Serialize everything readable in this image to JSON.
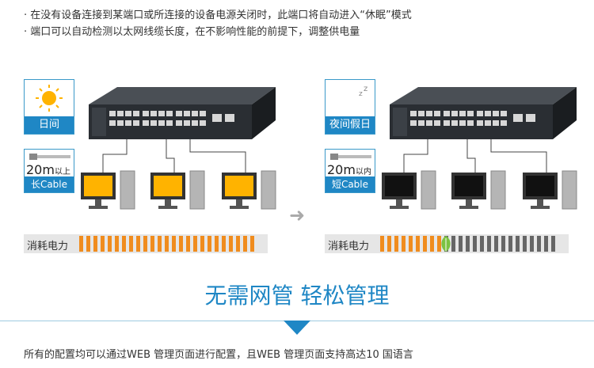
{
  "bullets": [
    "· 在没有设备连接到某端口或所连接的设备电源关闭时，此端口将自动进入“休眠”模式",
    "· 端口可以自动检测以太网线缆长度，在不影响性能的前提下，调整供电量"
  ],
  "left_scene": {
    "time_caption": "日间",
    "time_icon": "sun-icon",
    "cable_length": "20m",
    "cable_qualifier": "以上",
    "cable_caption": "长Cable",
    "power_label": "消耗电力",
    "monitor_state": "on",
    "active_segments": 25,
    "total_segments": 25
  },
  "right_scene": {
    "time_caption": "夜间假日",
    "time_icon": "moon-icon",
    "cable_length": "20m",
    "cable_qualifier": "以内",
    "cable_caption": "短Cable",
    "power_label": "消耗电力",
    "monitor_state": "off",
    "active_segments": 9,
    "total_segments": 25
  },
  "arrow_icon": "arrow-right-icon",
  "headline": "无需网管 轻松管理",
  "footer_text": "所有的配置均可以通过WEB 管理页面进行配置，且WEB 管理页面支持高达10 国语言",
  "colors": {
    "accent": "#1f87c5",
    "power_active": "#f08c1e",
    "power_inactive": "#666666",
    "leaf": "#7cc242",
    "screen_on": "#ffb300",
    "screen_off": "#111111"
  }
}
